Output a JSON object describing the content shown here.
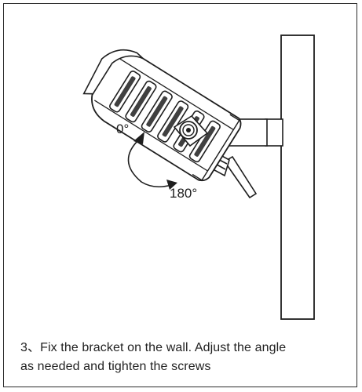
{
  "diagram": {
    "angle_start_label": "0°",
    "angle_end_label": "180°"
  },
  "caption": {
    "line1": "3、Fix the bracket on the wall. Adjust the angle",
    "line2": "as needed and tighten the screws"
  },
  "colors": {
    "ink": "#1e1e1e",
    "background": "#ffffff"
  }
}
